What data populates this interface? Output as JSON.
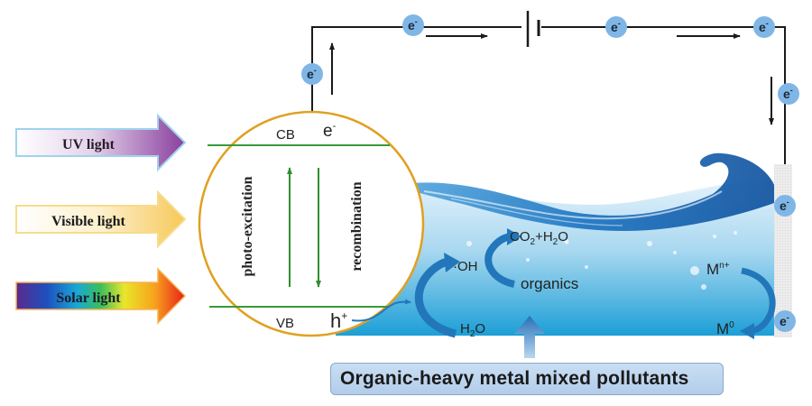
{
  "light_sources": [
    {
      "label": "UV light",
      "kind": "uv"
    },
    {
      "label": "Visible light",
      "kind": "visible"
    },
    {
      "label": "Solar light",
      "kind": "solar"
    }
  ],
  "semiconductor": {
    "cb_label": "CB",
    "vb_label": "VB",
    "electron_label": "e",
    "electron_sup": "-",
    "hole_label": "h",
    "hole_sup": "+",
    "photo_excitation_label": "photo-excitation",
    "recombination_label": "recombination",
    "ring_color": "#e0a020",
    "band_color": "#3a9a3a"
  },
  "circuit": {
    "electron_badge": {
      "label": "e",
      "sup": "-"
    },
    "badge_color": "#7fb6e6",
    "wire_color": "#1a1a1a"
  },
  "reactions": {
    "oh_radical": "·OH",
    "water": {
      "base": "H",
      "sub": "2",
      "tail": "O"
    },
    "co2_h2o": {
      "a": "CO",
      "a_sub": "2",
      "mid": "+H",
      "b_sub": "2",
      "tail": "O"
    },
    "organics": "organics",
    "metal_ion": {
      "base": "M",
      "sup": "n+"
    },
    "metal_zero": {
      "base": "M",
      "sup": "0"
    }
  },
  "pollutant_box": {
    "label": "Organic-heavy metal mixed pollutants"
  },
  "colors": {
    "water_top": "#d6ecf8",
    "water_bottom": "#21a3d8",
    "reaction_arrow": "#2277bb"
  }
}
